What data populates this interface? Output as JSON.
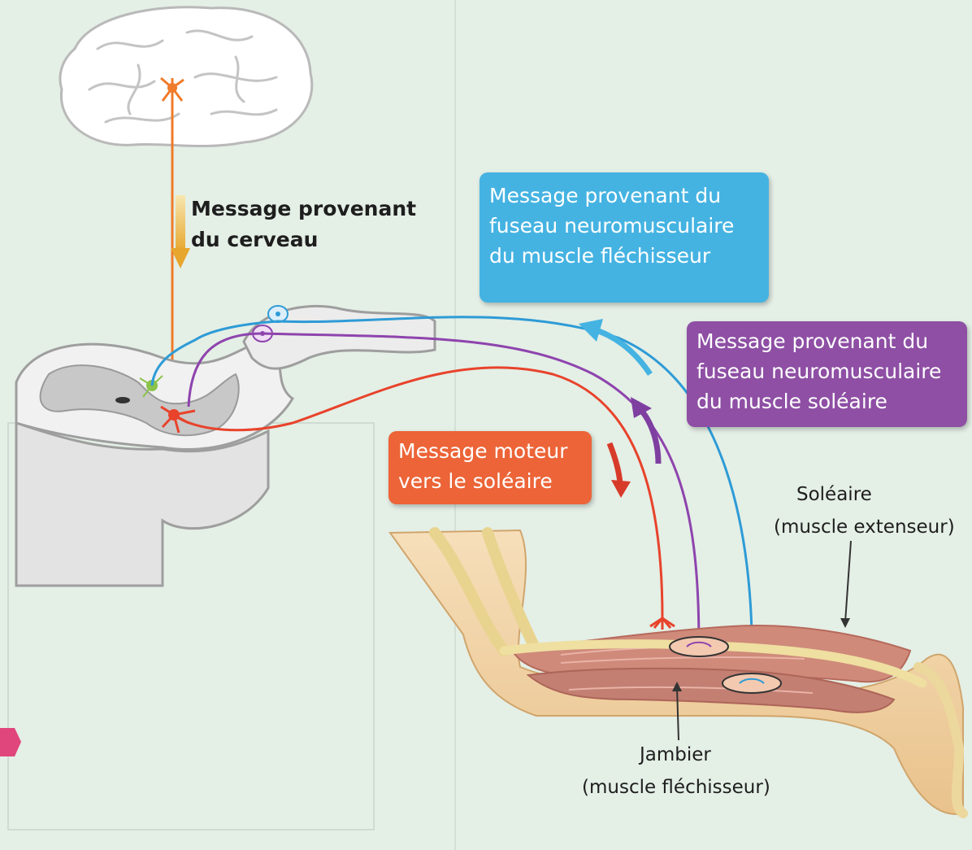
{
  "labels": {
    "brain_message": "Message provenant\ndu cerveau",
    "flexor_spindle": "Message provenant du\nfuseau neuromusculaire\ndu muscle fléchisseur",
    "soleus_spindle": "Message provenant du\nfuseau neuromusculaire\ndu muscle soléaire",
    "motor_message": "Message moteur\nvers le soléaire",
    "soleus_name": "Soléaire",
    "soleus_role": "(muscle extenseur)",
    "tibial_name": "Jambier",
    "tibial_role": "(muscle fléchisseur)"
  },
  "colors": {
    "blue_box": "#45b3e2",
    "purple_box": "#8e4fa4",
    "orange_box": "#ec6437",
    "motor_nerve": "#e8432b",
    "soleus_nerve": "#8e44ad",
    "flexor_nerve": "#2e9bd6",
    "brain_neuron": "#f07b2a"
  }
}
